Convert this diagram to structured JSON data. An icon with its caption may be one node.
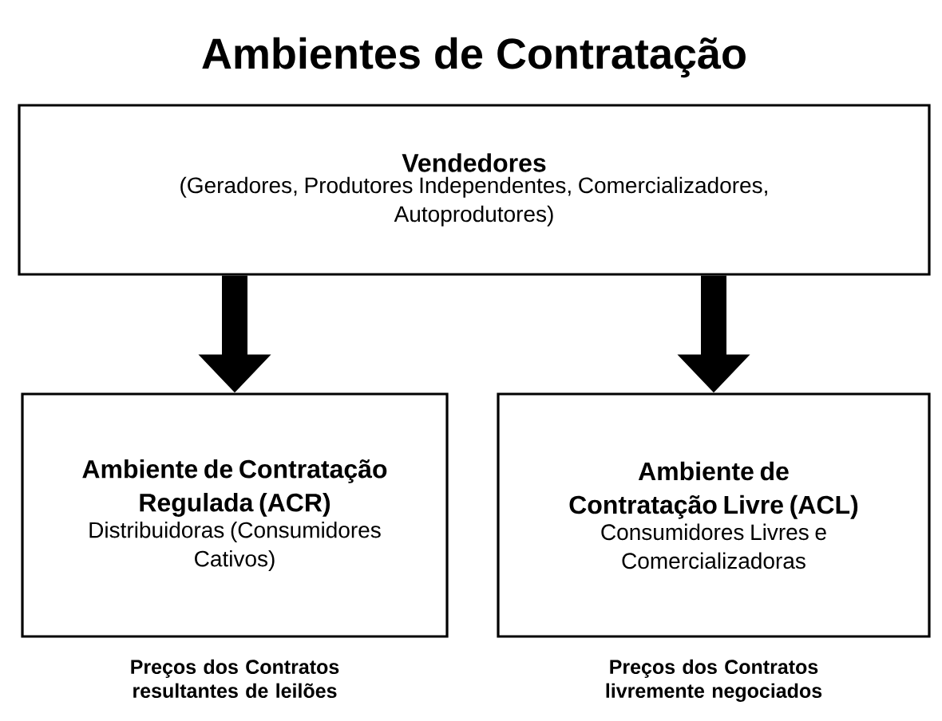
{
  "diagram": {
    "title": "Ambientes de Contratação",
    "nodes": [
      {
        "text": [
          "Vendedores",
          "(Geradores, Produtores Independentes, Comercializadores, Autoprodutores)"
        ]
      },
      {
        "text": [
          "Ambiente de Contratação Regulada (ACR)",
          "Distribuidoras (Consumidores Cativos)"
        ],
        "beside": [
          "Preços dos Contratos resultantes de leilões"
        ]
      },
      {
        "text": [
          "Ambiente de Contratação Livre (ACL)",
          "Consumidores Livres e Comercializadoras"
        ],
        "beside": [
          "Preços dos Contratos livremente negociados"
        ]
      }
    ],
    "edges": [
      {
        "from": 0,
        "to": 1,
        "arrow": "to"
      },
      {
        "from": 0,
        "to": 2,
        "arrow": "to"
      }
    ]
  }
}
